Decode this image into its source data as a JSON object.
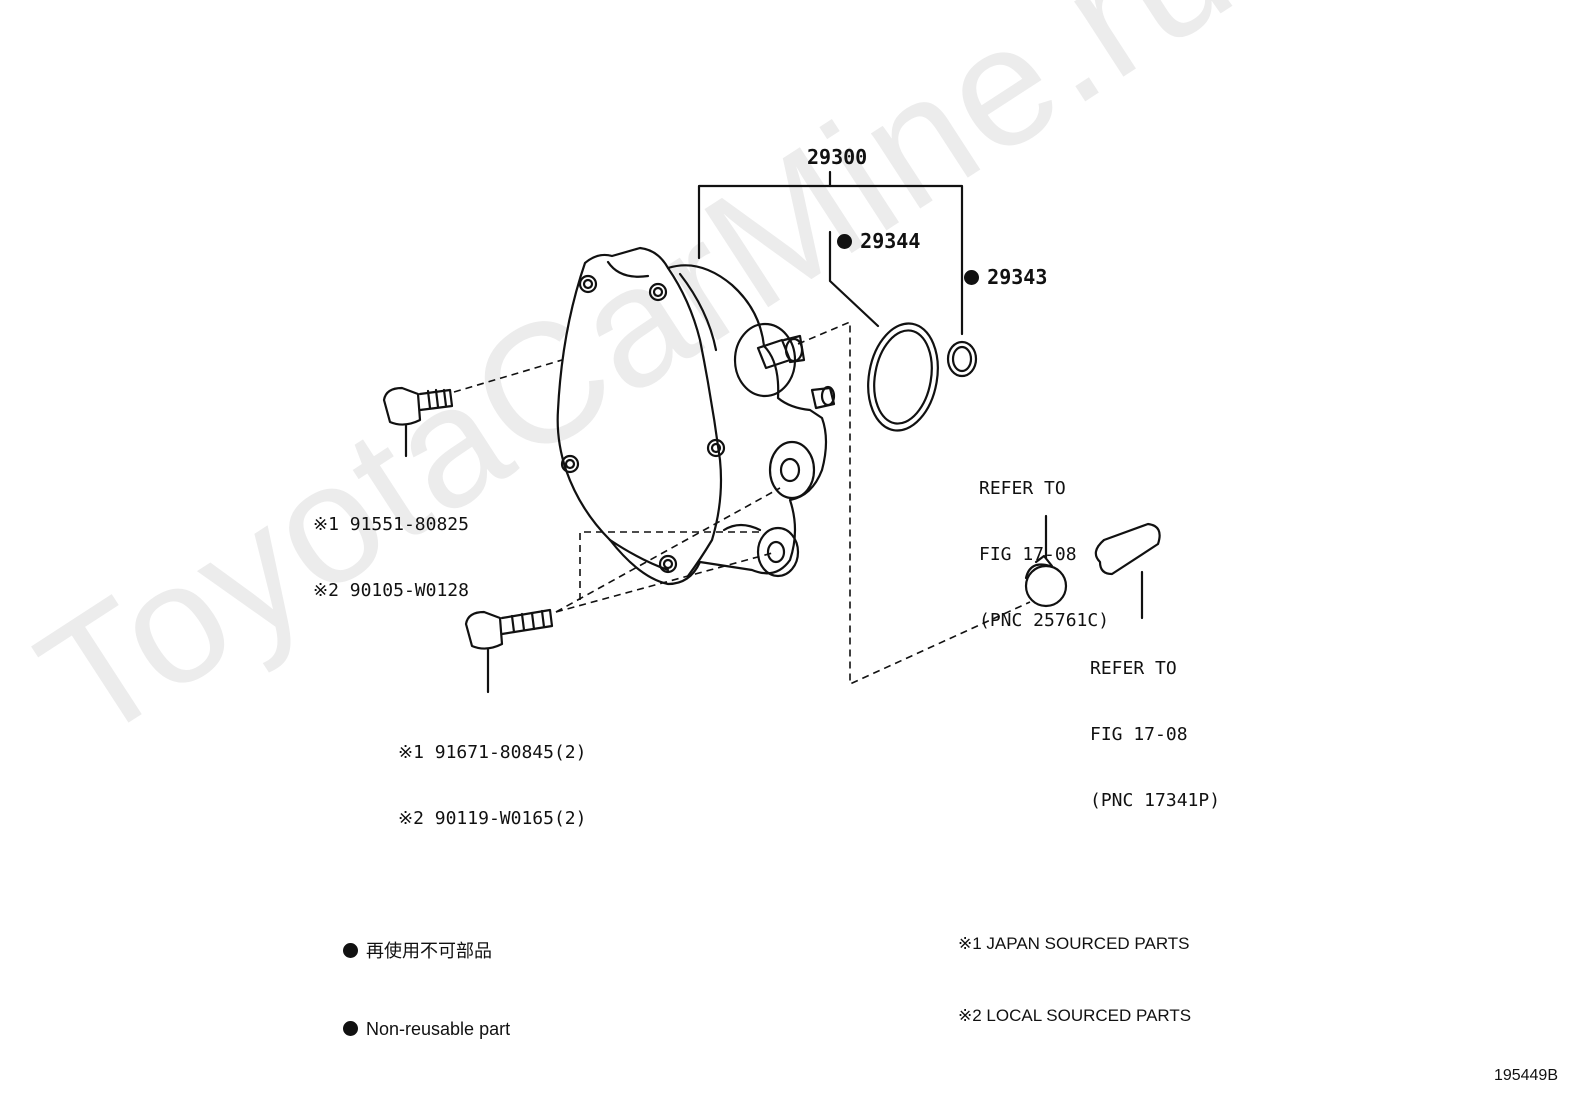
{
  "watermark": "ToyotaCarMine.ru",
  "figure_id": "195449B",
  "parts": {
    "assembly": "29300",
    "gasket_large": "29344",
    "gasket_small": "29343",
    "bolt_upper": {
      "line1": "※1 91551-80825",
      "line2": "※2 90105-W0128"
    },
    "bolt_lower": {
      "line1": "※1 91671-80845(2)",
      "line2": "※2 90119-W0165(2)"
    }
  },
  "references": {
    "clamp": {
      "line1": "REFER TO",
      "line2": "FIG 17-08",
      "line3": "(PNC 25761C)"
    },
    "hose": {
      "line1": "REFER TO",
      "line2": "FIG 17-08",
      "line3": "(PNC 17341P)"
    }
  },
  "legend": {
    "non_reusable_jp": "再使用不可部品",
    "non_reusable_en": "Non-reusable part",
    "japan_sourced": "※1 JAPAN SOURCED PARTS",
    "local_sourced": "※2 LOCAL SOURCED PARTS"
  },
  "colors": {
    "line": "#111111",
    "watermark": "#ececec"
  }
}
